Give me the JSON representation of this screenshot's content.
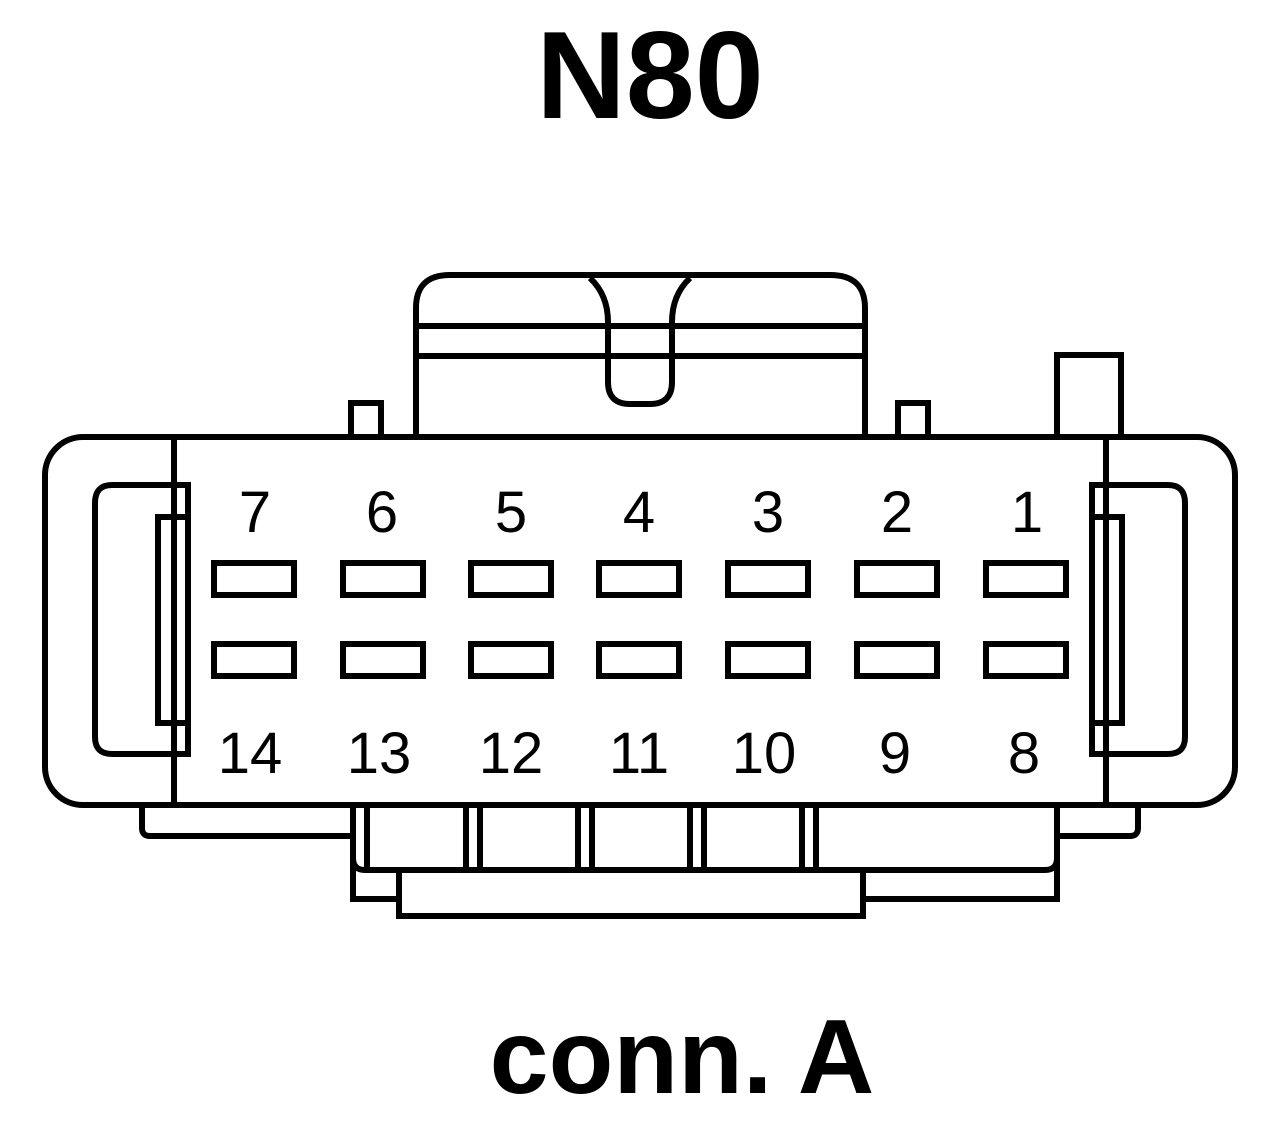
{
  "connector": {
    "title": "N80",
    "subtitle": "conn. A"
  },
  "pins": {
    "top_row": [
      "7",
      "6",
      "5",
      "4",
      "3",
      "2",
      "1"
    ],
    "bottom_row": [
      "14",
      "13",
      "12",
      "11",
      "10",
      "9",
      "8"
    ]
  },
  "colors": {
    "line": "#000000",
    "background": "#ffffff"
  }
}
